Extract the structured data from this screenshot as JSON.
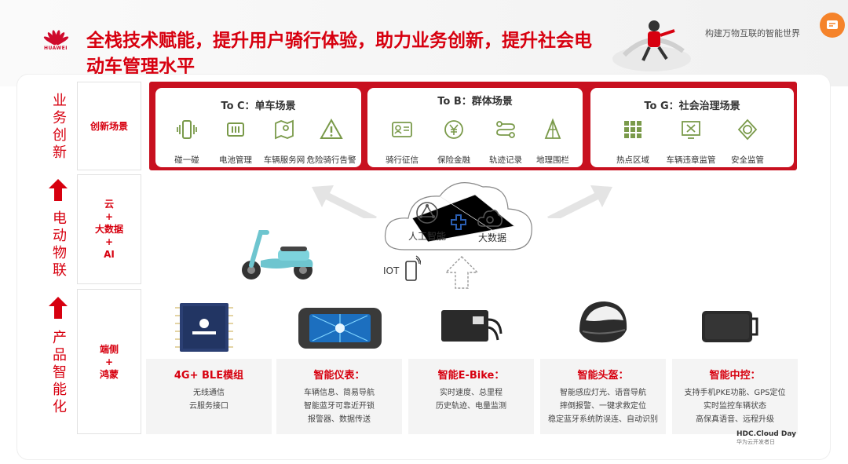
{
  "header": {
    "logo_text": "HUAWEI",
    "title": "全栈技术赋能，提升用户骑行体验，助力业务创新，提升社会电动车管理水平",
    "slogan": "构建万物互联的智能世界"
  },
  "left_labels": {
    "top": "业务创新",
    "middle": "电动物联",
    "bottom": "产品智能化"
  },
  "categories": {
    "innovation": "创新场景",
    "cloud_l1": "云",
    "cloud_l2": "+",
    "cloud_l3": "大数据",
    "cloud_l4": "+",
    "cloud_l5": "AI",
    "device_l1": "端侧",
    "device_l2": "+",
    "device_l3": "鸿蒙"
  },
  "scenes": {
    "toc": {
      "title": "To C：单车场景",
      "items": [
        "碰一碰",
        "电池管理",
        "车辆服务网",
        "危险骑行告警"
      ]
    },
    "tob": {
      "title": "To B：群体场景",
      "items": [
        "骑行征信",
        "保险金融",
        "轨迹记录",
        "地理围栏"
      ]
    },
    "tog": {
      "title": "To G：社会治理场景",
      "items": [
        "热点区域",
        "车辆违章监管",
        "安全监管"
      ]
    }
  },
  "cloud": {
    "ai": "人工智能",
    "bigdata": "大数据",
    "iot": "IOT"
  },
  "products": [
    {
      "title": "4G+ BLE模组",
      "lines": [
        "无线通信",
        "云服务接口"
      ]
    },
    {
      "title": "智能仪表：",
      "lines": [
        "车辆信息、简易导航",
        "智能蓝牙可靠近开锁",
        "报警器、数据传送"
      ]
    },
    {
      "title": "智能E-Bike：",
      "lines": [
        "实时速度、总里程",
        "历史轨迹、电量监测"
      ]
    },
    {
      "title": "智能头盔：",
      "lines": [
        "智能感应灯光、语音导航",
        "摔倒报警、一键求救定位",
        "稳定蓝牙系统防误连、自动识别"
      ]
    },
    {
      "title": "智能中控：",
      "lines": [
        "支持手机PKE功能、GPS定位",
        "实时监控车辆状态",
        "高保真语音、远程升级"
      ]
    }
  ],
  "footer": {
    "brand": "HDC.Cloud Day",
    "sub": "华为云开发者日"
  },
  "colors": {
    "accent": "#d7000f",
    "frame": "#c8101f",
    "fab": "#f5832a"
  }
}
